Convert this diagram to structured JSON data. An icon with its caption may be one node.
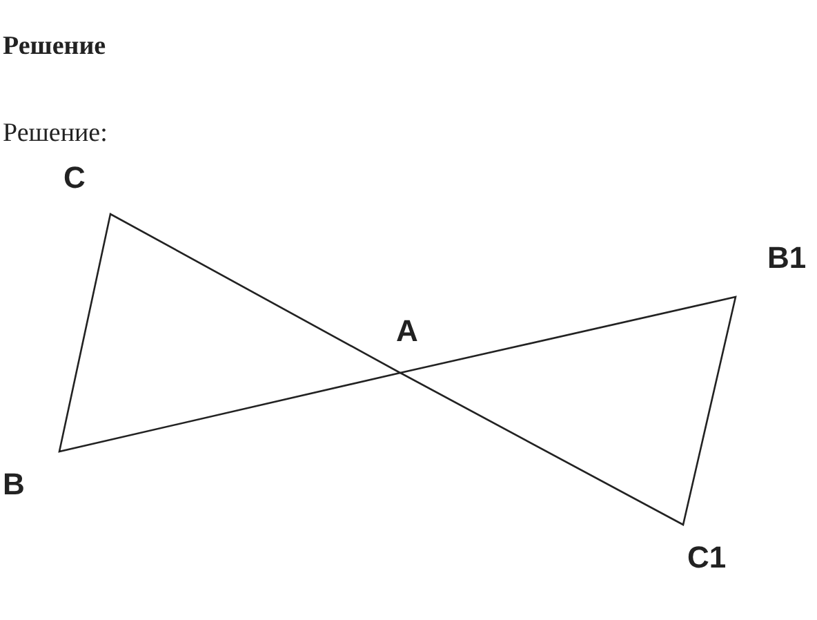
{
  "diagram": {
    "title": "Решение",
    "labels": [
      "Решение:",
      "C",
      "A",
      "B1",
      "B",
      "C1"
    ]
  }
}
